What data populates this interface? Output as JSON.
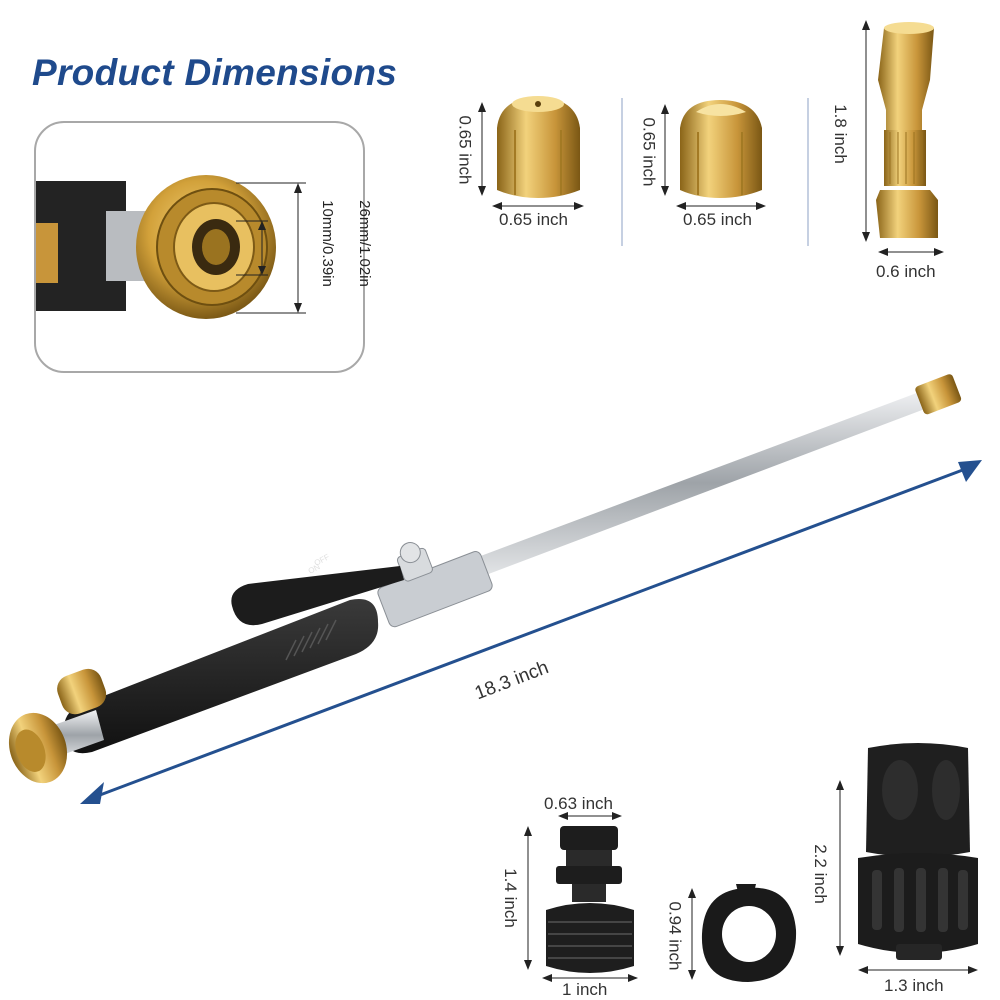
{
  "title": "Product Dimensions",
  "connector_inset": {
    "outer_diameter": "26mm/1.02in",
    "inner_diameter": "10mm/0.39in"
  },
  "nozzle_1": {
    "height": "0.65 inch",
    "width": "0.65 inch"
  },
  "nozzle_2": {
    "height": "0.65 inch",
    "width": "0.65 inch"
  },
  "jet_nozzle": {
    "height": "1.8 inch",
    "width": "0.6 inch"
  },
  "wand": {
    "length": "18.3 inch",
    "valve_on": "ON",
    "valve_off": "OFF"
  },
  "quick_connector": {
    "width": "0.63 inch",
    "height": "1.4 inch",
    "base_width": "1 inch"
  },
  "washer": {
    "diameter": "0.94 inch"
  },
  "hose_coupler": {
    "height": "2.2 inch",
    "width": "1.3 inch"
  },
  "colors": {
    "title": "#1f4a8c",
    "arrow": "#24508f",
    "brass": "#d4a63c",
    "brass_dark": "#8a6418",
    "rubber": "#1e1e1e",
    "steel": "#c8ccd0"
  }
}
